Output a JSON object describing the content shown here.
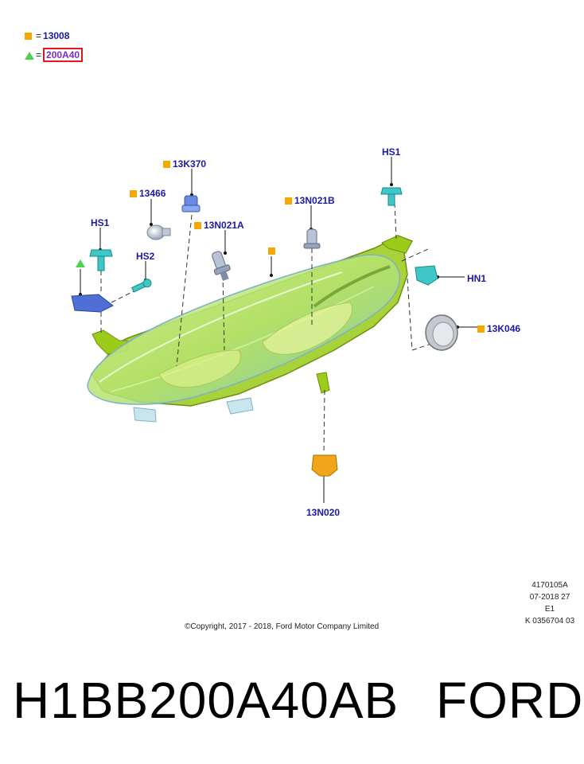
{
  "legend": [
    {
      "icon": "square-icon",
      "equals": "=",
      "value": "13008"
    },
    {
      "icon": "triangle-icon",
      "equals": "=",
      "value": "200A40"
    }
  ],
  "callouts": {
    "c13k370": "13K370",
    "c13466": "13466",
    "c13n021a": "13N021A",
    "c13n021b": "13N021B",
    "chs1_left": "HS1",
    "chs2": "HS2",
    "chs1_right": "HS1",
    "chn1": "HN1",
    "c13k046": "13K046",
    "c13n020": "13N020"
  },
  "reference": {
    "line1": "4170105A",
    "line2": "07-2018 27",
    "line3": "E1",
    "line4": "K 0356704 03"
  },
  "copyright": "©Copyright, 2017 - 2018, Ford Motor Company Limited",
  "part_number": "H1BB200A40AB",
  "brand": "FORD",
  "colors": {
    "callout_text": "#1a1aa8",
    "square_marker": "#f5a800",
    "triangle_marker": "#4cd24c",
    "highlight_border": "#e01a1a",
    "lamp_body": "#b9e86a",
    "lamp_housing": "#9ccc1a"
  }
}
